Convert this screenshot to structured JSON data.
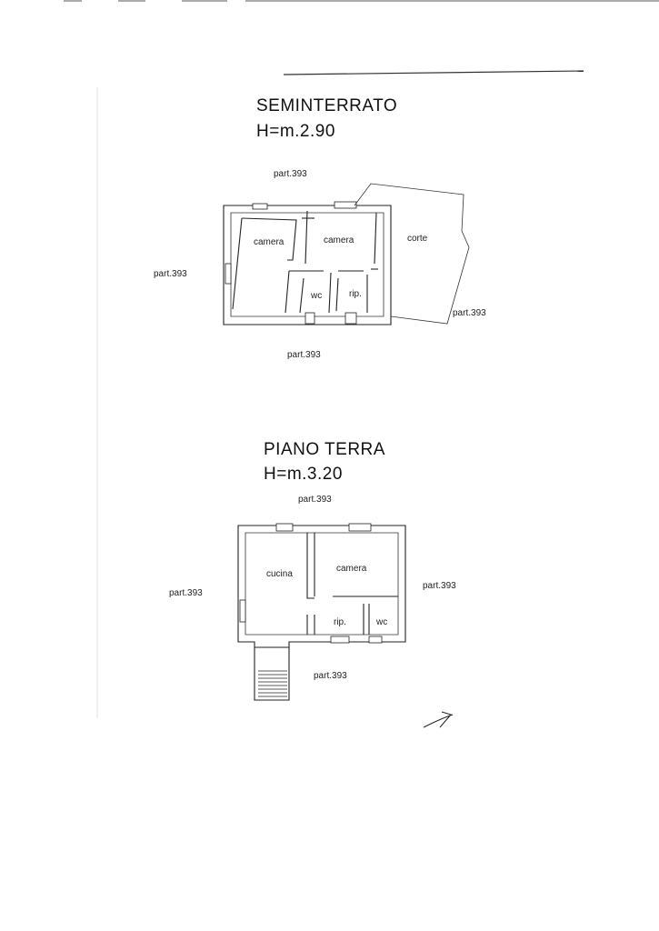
{
  "floors": [
    {
      "name": "SEMINTERRATO",
      "height": "H=m.2.90",
      "rooms": [
        "camera",
        "camera",
        "corte",
        "wc",
        "rip."
      ],
      "boundaries": [
        "part.393",
        "part.393",
        "part.393",
        "part.393"
      ]
    },
    {
      "name": "PIANO TERRA",
      "height": "H=m.3.20",
      "rooms": [
        "cucina",
        "camera",
        "rip.",
        "wc"
      ],
      "boundaries": [
        "part.393",
        "part.393",
        "part.393",
        "part.393"
      ]
    }
  ]
}
